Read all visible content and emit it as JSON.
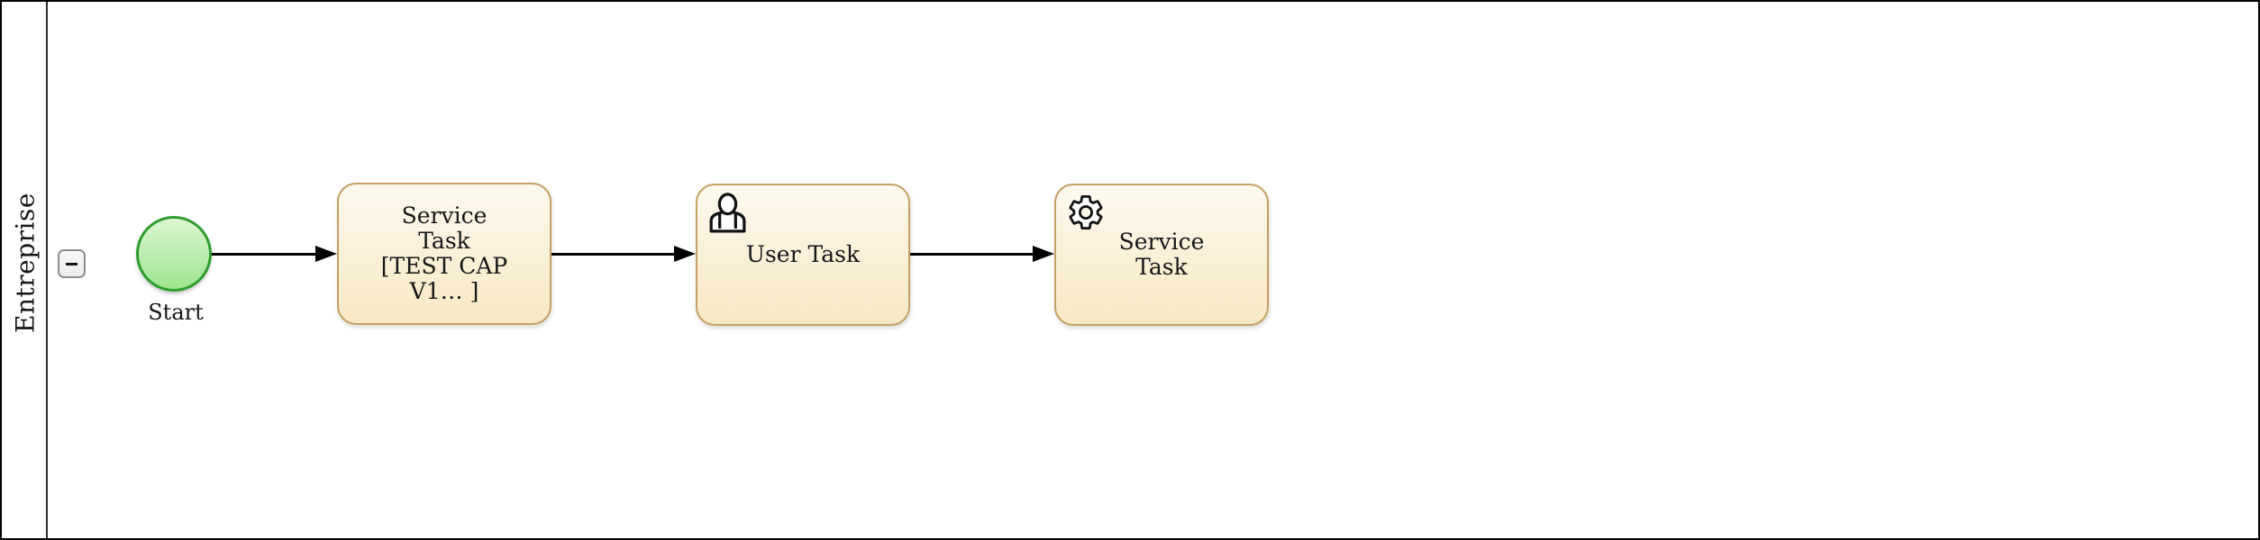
{
  "pool": {
    "lane_label": "Entreprise",
    "collapse_button": {
      "icon": "minus-icon"
    }
  },
  "nodes": {
    "start_event": {
      "type": "start-event",
      "label": "Start"
    },
    "service_task_1": {
      "type": "service-task",
      "label_lines": [
        "Service",
        "Task",
        "[TEST CAP",
        "V1… ]"
      ]
    },
    "user_task": {
      "type": "user-task",
      "label": "User Task",
      "icon": "user-icon"
    },
    "service_task_2": {
      "type": "service-task",
      "label_lines": [
        "Service",
        "Task"
      ],
      "icon": "gear-icon"
    }
  },
  "flows": [
    {
      "from": "start_event",
      "to": "service_task_1"
    },
    {
      "from": "service_task_1",
      "to": "user_task"
    },
    {
      "from": "user_task",
      "to": "service_task_2"
    }
  ],
  "colors": {
    "event_stroke": "#2e9d2e",
    "event_fill_top": "#dcf5d2",
    "event_fill_bottom": "#9de58d",
    "task_stroke": "#c6a066",
    "task_fill_top": "#fdf9ee",
    "task_fill_bottom": "#f8e8c5",
    "flow": "#000000",
    "text": "#161616"
  }
}
